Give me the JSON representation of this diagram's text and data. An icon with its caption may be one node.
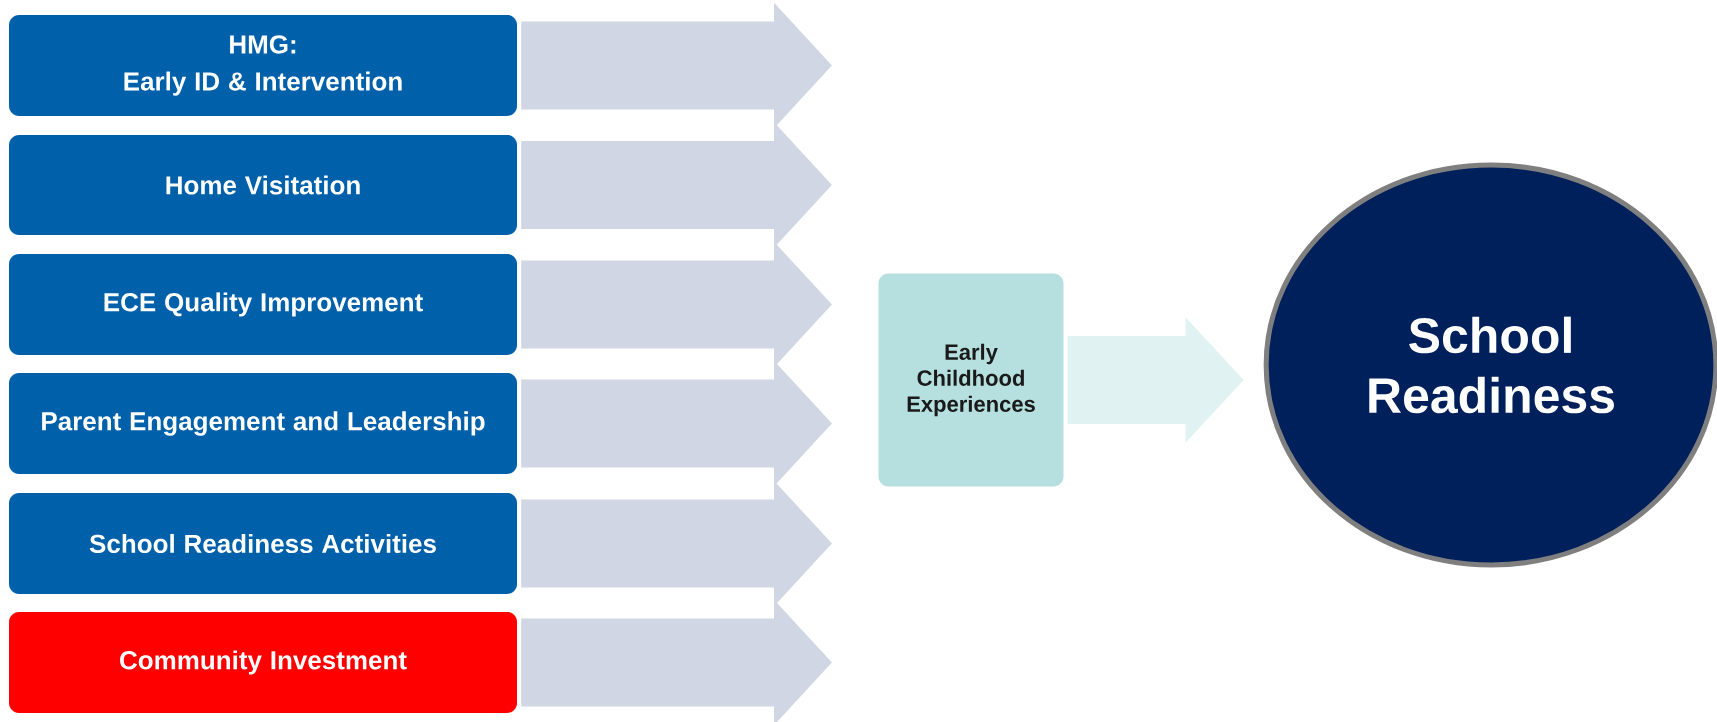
{
  "diagram": {
    "nodes": [
      {
        "text": [
          "HMG:",
          "Early ID & Intervention"
        ]
      },
      {
        "text": [
          "Home Visitation"
        ]
      },
      {
        "text": [
          "ECE Quality Improvement"
        ]
      },
      {
        "text": [
          "Parent Engagement and Leadership"
        ]
      },
      {
        "text": [
          "School Readiness Activities"
        ]
      },
      {
        "text": [
          "Community Investment"
        ]
      },
      {
        "text": [
          "Early Childhood Experiences"
        ]
      },
      {
        "text": [
          "School Readiness"
        ]
      }
    ],
    "edges": [
      {
        "from": 0,
        "to": null,
        "arrow": "to"
      },
      {
        "from": 1,
        "to": null,
        "arrow": "to"
      },
      {
        "from": 2,
        "to": null,
        "arrow": "to"
      },
      {
        "from": 3,
        "to": null,
        "arrow": "to"
      },
      {
        "from": 4,
        "to": null,
        "arrow": "to"
      },
      {
        "from": 5,
        "to": null,
        "arrow": "to"
      },
      {
        "from": 6,
        "to": 7,
        "arrow": "to"
      }
    ]
  }
}
